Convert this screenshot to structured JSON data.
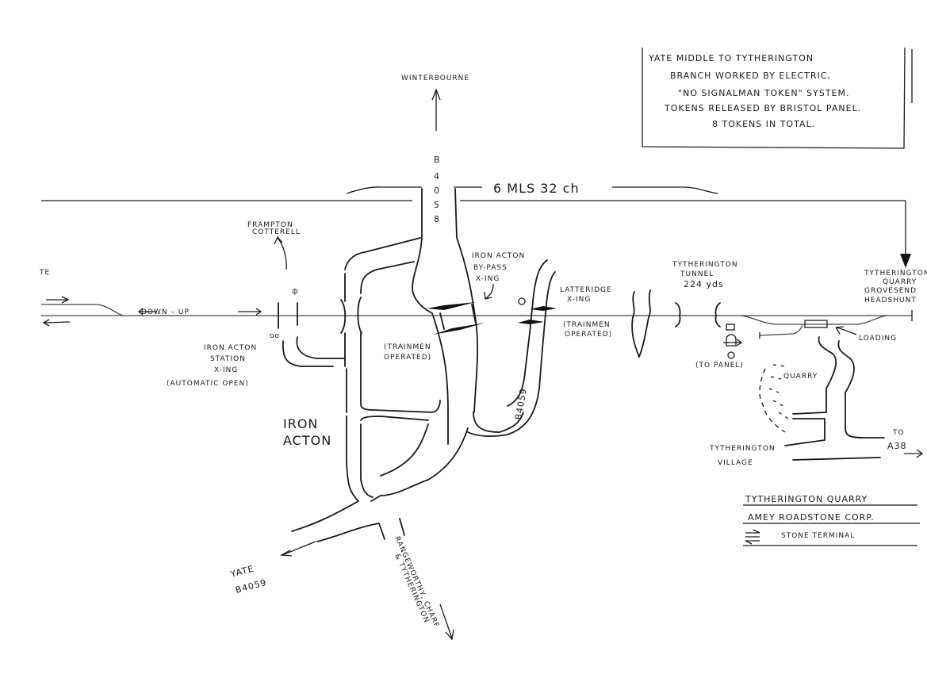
{
  "title": "Tytherington Quarry — Amey Roadstone Corp. Stone Terminal",
  "notice_box": {
    "lines": [
      "YATE MIDDLE TO TYTHERINGTON",
      "BRANCH WORKED BY ELECTRIC,",
      "\"NO SIGNALMAN TOKEN\" SYSTEM.",
      "TOKENS RELEASED BY BRISTOL PANEL.",
      "8 TOKENS IN TOTAL."
    ]
  },
  "distance_label": "6 MLS 32 ch",
  "roads": {
    "b4058": "B4058",
    "b4058_chars": [
      "B",
      "4",
      "0",
      "5",
      "8"
    ],
    "b4059": "B4059",
    "winterbourne": "WINTERBOURNE",
    "frampton_cotterell": [
      "FRAMPTON",
      "COTTERELL"
    ],
    "yate": [
      "YATE",
      "B4059"
    ],
    "rangeworthy": [
      "RANGEWORTHY, CHARF",
      "& TYTHERINGTON"
    ],
    "to_a38": [
      "TO",
      "A38"
    ]
  },
  "places": {
    "iron_acton": [
      "IRON",
      "ACTON"
    ],
    "tytherington_village": [
      "TYTHERINGTON",
      "VILLAGE"
    ],
    "quarry": "QUARRY",
    "yate_edge": "TE"
  },
  "line_labels": {
    "down_up": "DOWN  –  UP",
    "loading": "LOADING",
    "to_panel": "(TO PANEL)"
  },
  "crossings": {
    "iron_acton_station": [
      "IRON ACTON",
      "STATION",
      "X-ING",
      "(AUTOMATIC OPEN)"
    ],
    "iron_acton_bypass": [
      "IRON ACTON",
      "BY-PASS",
      "X-ING"
    ],
    "bypass_operation": [
      "(TRAINMEN",
      "OPERATED)"
    ],
    "latteridge": [
      "LATTERIDGE",
      "X-ING"
    ],
    "latteridge_operation": [
      "(TRAINMEN",
      "OPERATED)"
    ]
  },
  "tunnel": [
    "TYTHERINGTON",
    "TUNNEL",
    "224 yds"
  ],
  "headshunt": [
    "TYTHERINGTON",
    "QUARRY",
    "GROVESEND",
    "HEADSHUNT"
  ],
  "legend": {
    "line1": "TYTHERINGTON QUARRY",
    "line2": "AMEY ROADSTONE CORP.",
    "line3": "STONE TERMINAL",
    "symbol": "rail-freight-symbol"
  }
}
